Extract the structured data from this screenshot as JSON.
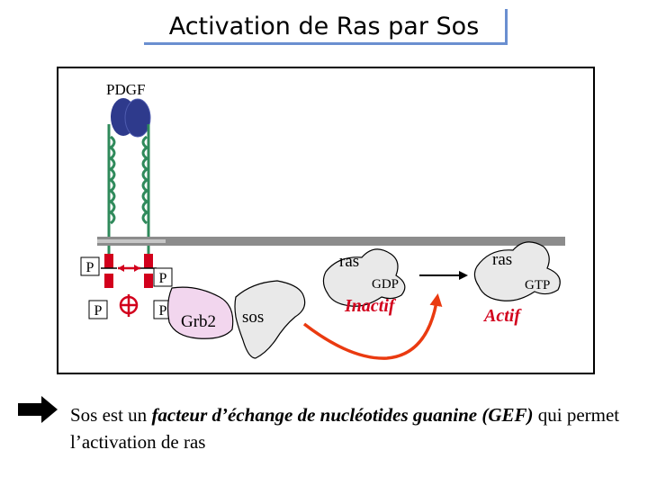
{
  "title": "Activation de Ras par Sos",
  "diagram": {
    "ligand_label": "PDGF",
    "phospho_label": "P",
    "adaptor_label": "Grb2",
    "sos_label": "sos",
    "ras_inactive": {
      "name": "ras",
      "nucleotide": "GDP",
      "state": "Inactif"
    },
    "ras_active": {
      "name": "ras",
      "nucleotide": "GTP",
      "state": "Actif"
    }
  },
  "caption": {
    "part1": "Sos est un ",
    "part2": "facteur d’échange de nucléotides guanine (GEF)",
    "part3": " qui permet l’activation de ras"
  },
  "colors": {
    "title_frame": "#6a8fd0",
    "receptor_green": "#2f8a5b",
    "ligand_blue": "#2e3a8c",
    "phospho_red": "#d2001c",
    "membrane_gray": "#8c8c8c",
    "grb2_pink": "#f2d6ee",
    "protein_gray": "#e9e9e9",
    "reaction_arrow": "#ea3a10"
  }
}
